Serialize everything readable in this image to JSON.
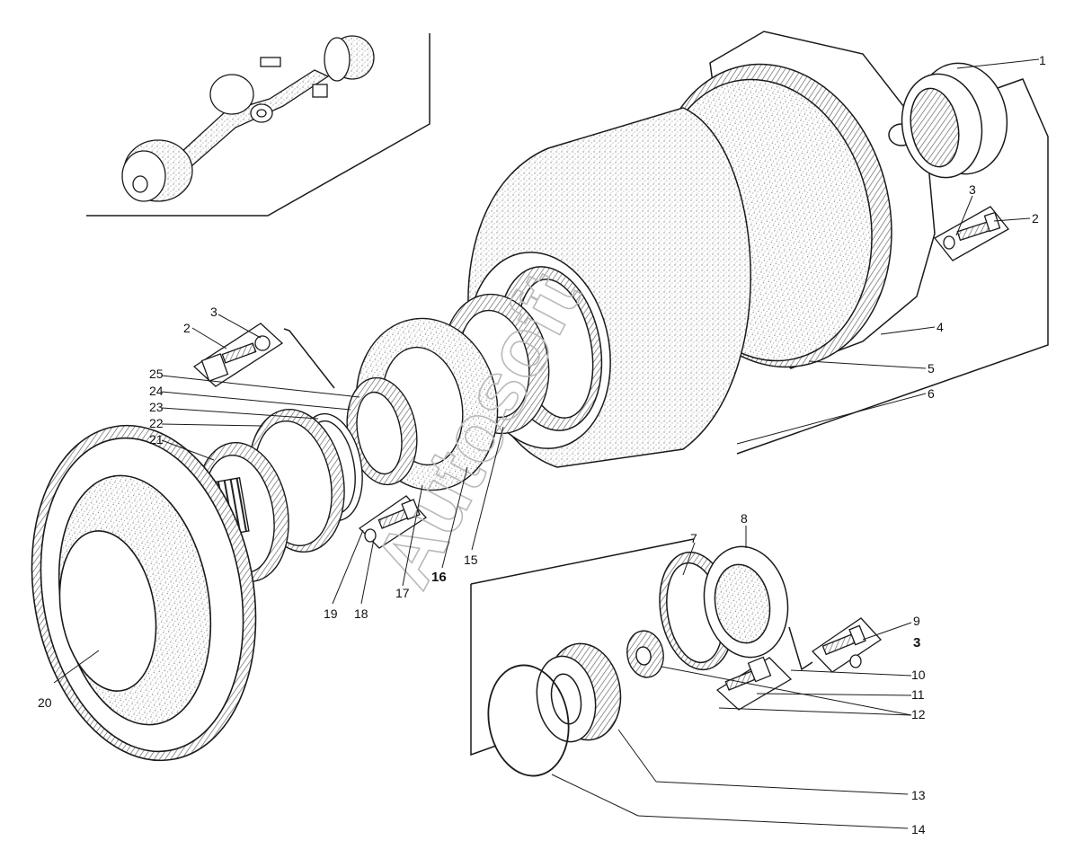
{
  "watermark": "Autosoft",
  "callouts": [
    {
      "id": "1",
      "text": "1"
    },
    {
      "id": "2a",
      "text": "2"
    },
    {
      "id": "3a",
      "text": "3"
    },
    {
      "id": "2b",
      "text": "2"
    },
    {
      "id": "3b",
      "text": "3"
    },
    {
      "id": "4",
      "text": "4"
    },
    {
      "id": "5",
      "text": "5"
    },
    {
      "id": "6",
      "text": "6"
    },
    {
      "id": "7",
      "text": "7"
    },
    {
      "id": "8",
      "text": "8"
    },
    {
      "id": "9",
      "text": "9"
    },
    {
      "id": "3c",
      "text": "3"
    },
    {
      "id": "10",
      "text": "10"
    },
    {
      "id": "11",
      "text": "11"
    },
    {
      "id": "12",
      "text": "12"
    },
    {
      "id": "13",
      "text": "13"
    },
    {
      "id": "14",
      "text": "14"
    },
    {
      "id": "15",
      "text": "15"
    },
    {
      "id": "16",
      "text": "16"
    },
    {
      "id": "17",
      "text": "17"
    },
    {
      "id": "18",
      "text": "18"
    },
    {
      "id": "19",
      "text": "19"
    },
    {
      "id": "20",
      "text": "20"
    },
    {
      "id": "21",
      "text": "21"
    },
    {
      "id": "22",
      "text": "22"
    },
    {
      "id": "23",
      "text": "23"
    },
    {
      "id": "24",
      "text": "24"
    },
    {
      "id": "25",
      "text": "25"
    }
  ],
  "colors": {
    "line": "#1a1a1a",
    "stipple": "#9a9a9a",
    "hatch": "#6e6e6e"
  }
}
